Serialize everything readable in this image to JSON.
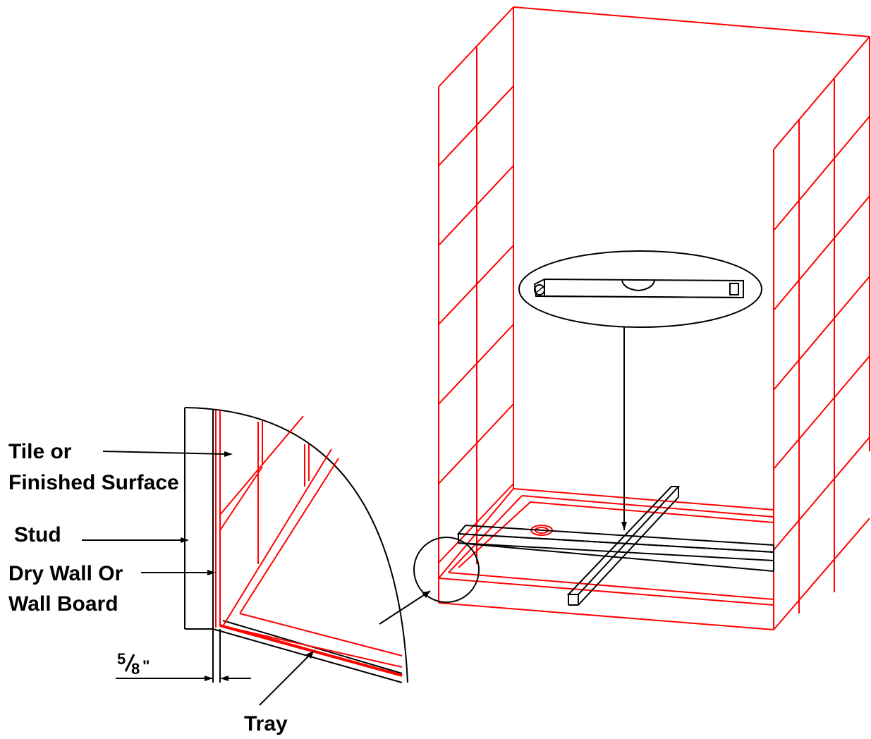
{
  "labels": {
    "tile_line1": "Tile or",
    "tile_line2": "Finished Surface",
    "stud": "Stud",
    "drywall_line1": "Dry Wall Or",
    "drywall_line2": "Wall Board",
    "tray": "Tray",
    "dimension_num": "5",
    "dimension_den": "8",
    "dimension_unit": "\""
  },
  "colors": {
    "wall_lines": "#ff0000",
    "outline": "#000000",
    "background": "#ffffff"
  }
}
